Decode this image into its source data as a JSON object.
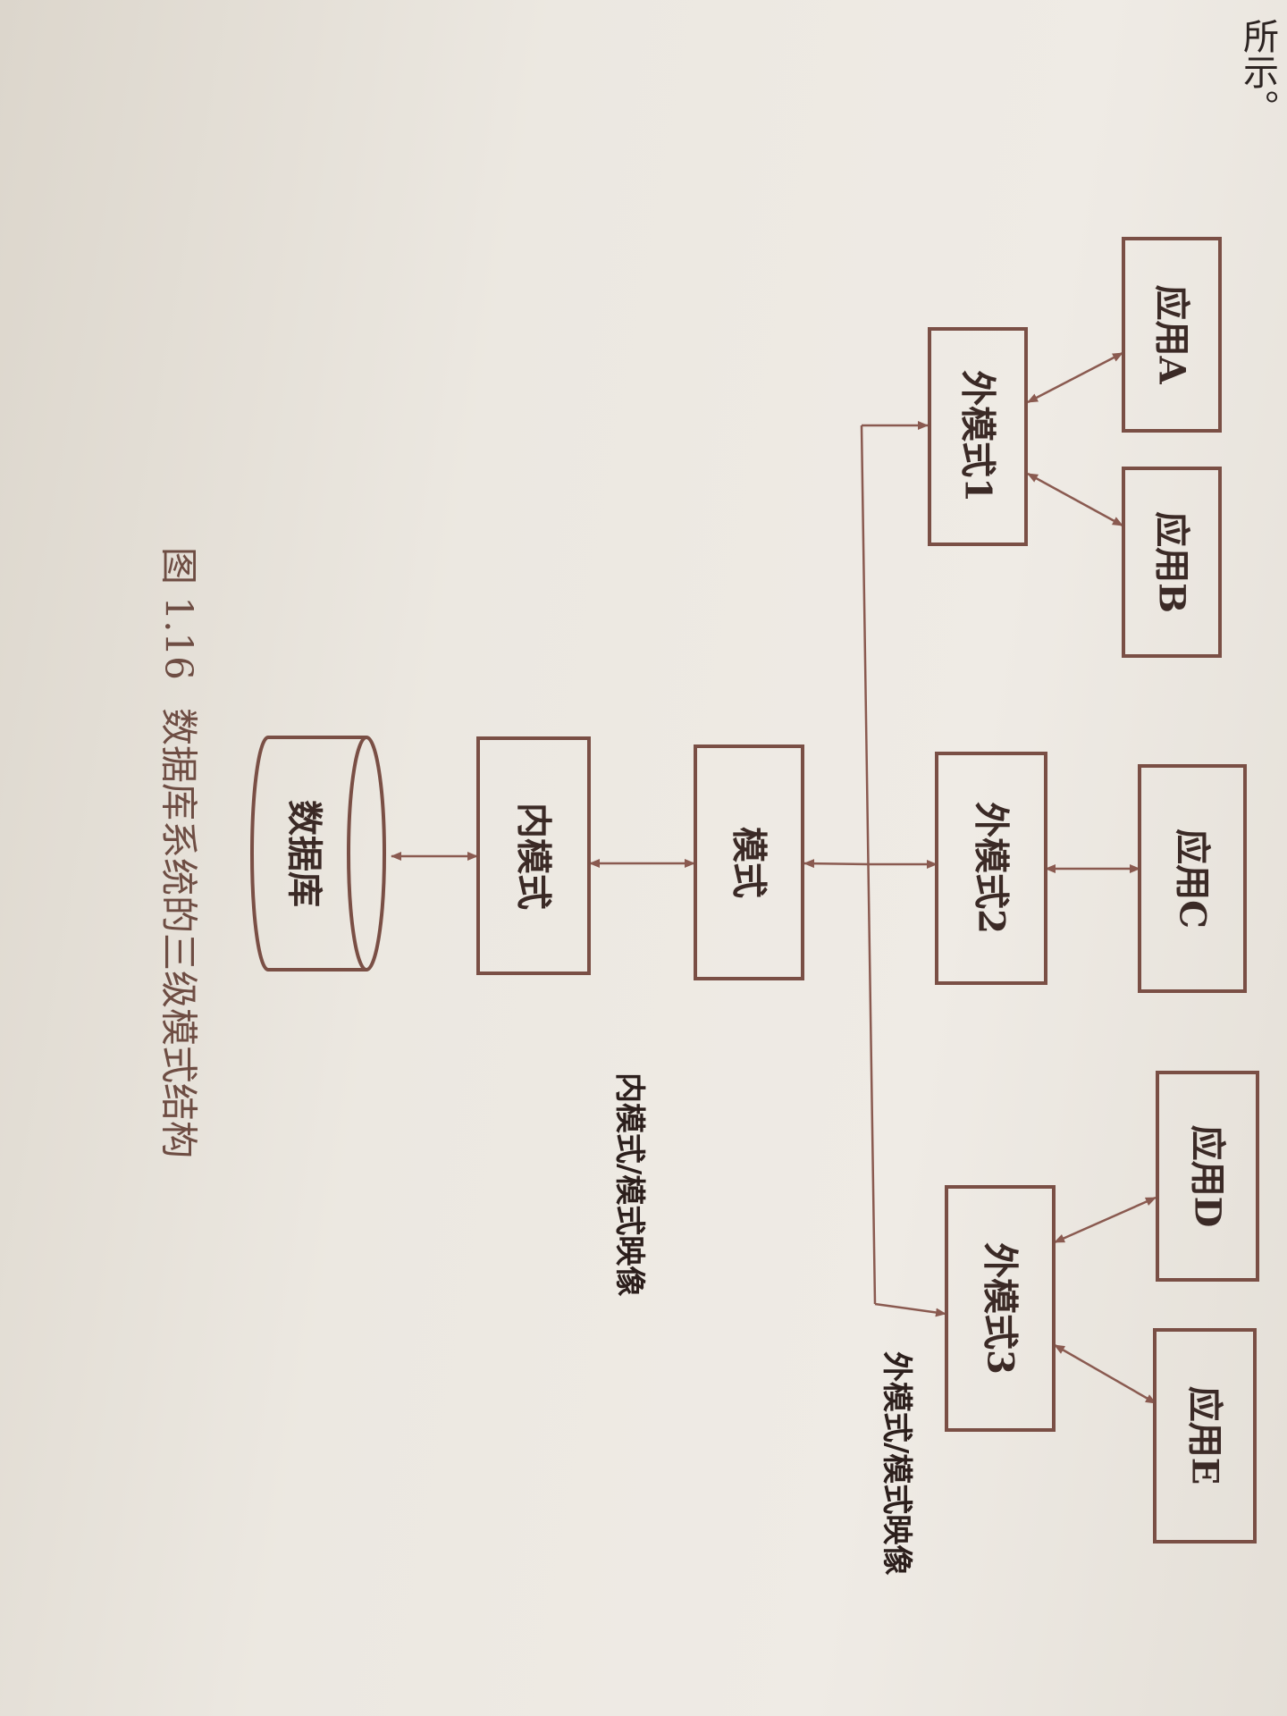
{
  "header_fragment": "所示。",
  "diagram": {
    "applications": {
      "a": "应用A",
      "b": "应用B",
      "c": "应用C",
      "d": "应用D",
      "e": "应用E"
    },
    "external_schemas": {
      "s1": "外模式1",
      "s2": "外模式2",
      "s3": "外模式3"
    },
    "schema": "模式",
    "internal_schema": "内模式",
    "database": "数据库",
    "external_mapping_label": "外模式/模式映像",
    "internal_mapping_label": "内模式/模式映像"
  },
  "caption": {
    "number": "图 1.16",
    "title": "数据库系统的三级模式结构"
  },
  "colors": {
    "box_stroke": "#7a4f45",
    "line": "#8a5a50",
    "caption": "#6e4d43"
  }
}
